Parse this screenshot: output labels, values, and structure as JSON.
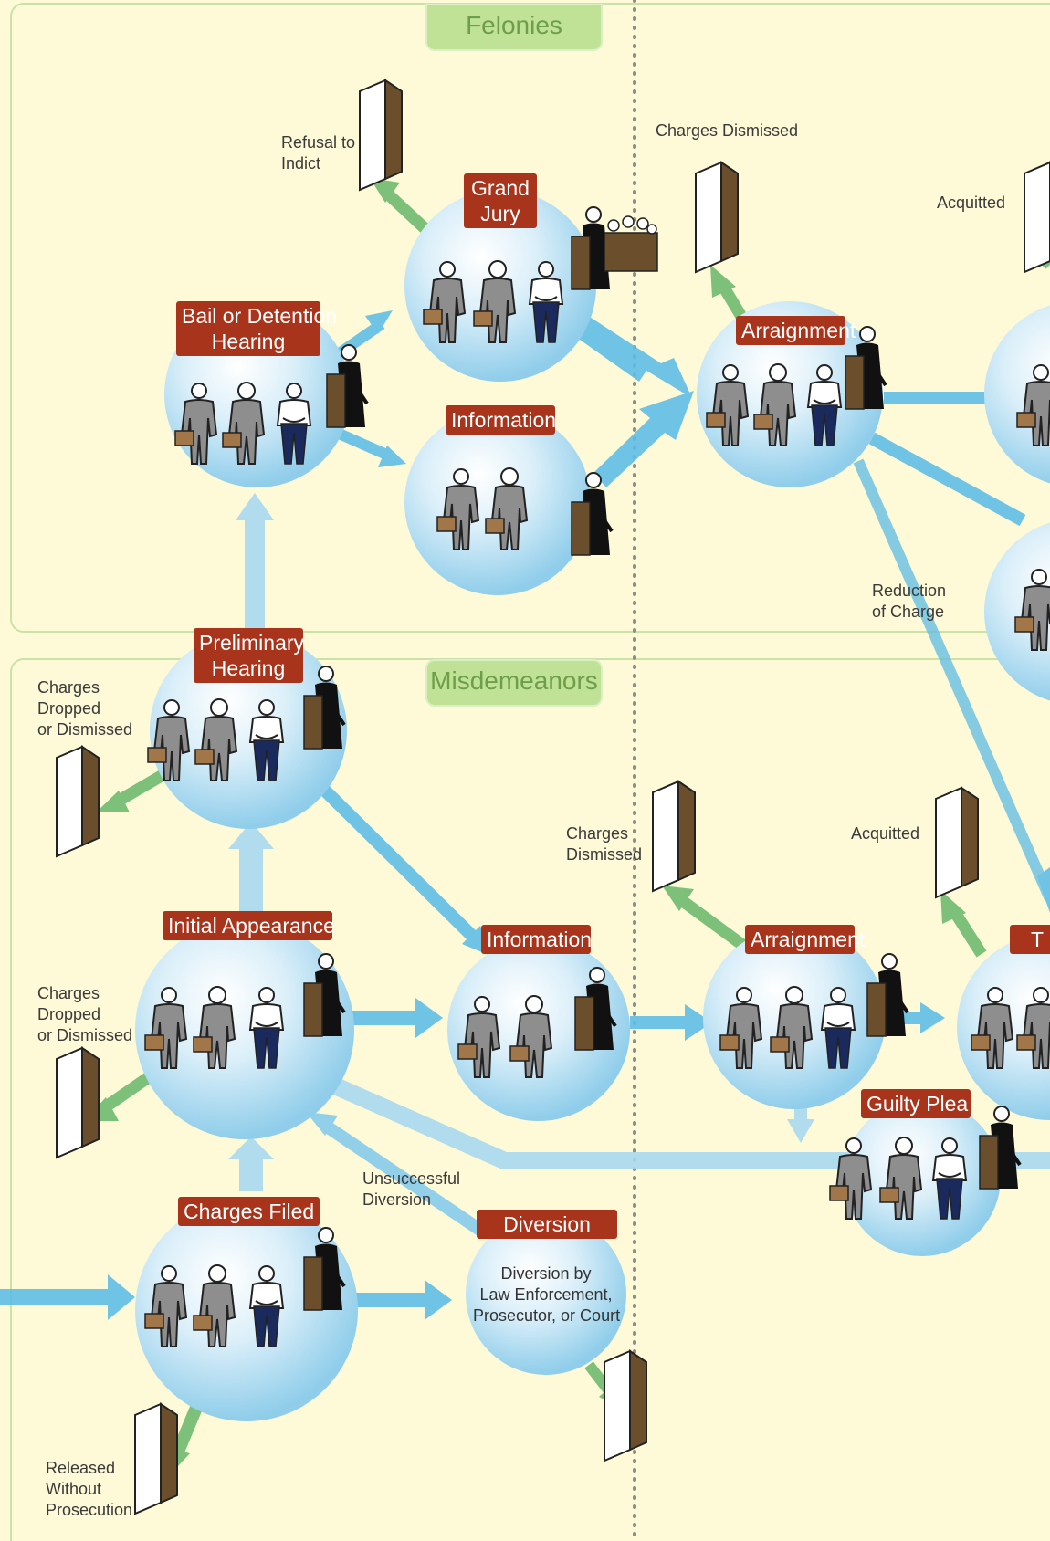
{
  "sections": {
    "felonies": "Felonies",
    "misdemeanors": "Misdemeanors"
  },
  "stages": {
    "grand_jury": [
      "Grand",
      "Jury"
    ],
    "bail_hearing": [
      "Bail or Detention",
      "Hearing"
    ],
    "information_felony": "Information",
    "arraignment_felony": "Arraignment",
    "preliminary_hearing": [
      "Preliminary",
      "Hearing"
    ],
    "initial_appearance": "Initial Appearance",
    "information_misd": "Information",
    "arraignment_misd": "Arraignment",
    "guilty_plea": "Guilty Plea",
    "charges_filed": "Charges Filed",
    "diversion": "Diversion",
    "trial_partial": "T"
  },
  "notes": {
    "refusal_to_indict": [
      "Refusal to",
      "Indict"
    ],
    "charges_dismissed_top": "Charges Dismissed",
    "acquitted_top": "Acquitted",
    "reduction_of_charge": [
      "Reduction",
      "of Charge"
    ],
    "charges_dropped_1": [
      "Charges",
      "Dropped",
      "or Dismissed"
    ],
    "charges_dismissed_mid": [
      "Charges",
      "Dismissed"
    ],
    "acquitted_mid": "Acquitted",
    "charges_dropped_2": [
      "Charges",
      "Dropped",
      "or Dismissed"
    ],
    "unsuccessful_diversion": [
      "Unsuccessful",
      "Diversion"
    ],
    "released_without_prosecution": [
      "Released",
      "Without",
      "Prosecution"
    ],
    "diversion_detail": [
      "Diversion by",
      "Law Enforcement,",
      "Prosecutor, or Court"
    ]
  },
  "colors": {
    "background": "#fef9d6",
    "section_border": "#c9e3a6",
    "tab_fill": "#bfe296",
    "label_fill": "#a9341c",
    "flow_arrow": "#5fbde6",
    "exit_arrow": "#7cc07a",
    "door": "#6b4f2c",
    "divider": "#8c8c8c"
  }
}
